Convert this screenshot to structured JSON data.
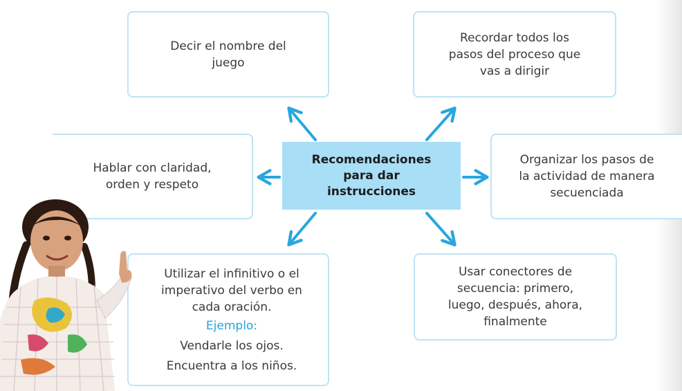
{
  "diagram": {
    "center": {
      "lines": [
        "Recomendaciones",
        "para dar",
        "instrucciones"
      ]
    },
    "nodes": {
      "top_left": {
        "lines": [
          "Decir el nombre del",
          "juego"
        ]
      },
      "top_right": {
        "lines": [
          "Recordar todos los",
          "pasos del proceso que",
          "vas a dirigir"
        ]
      },
      "mid_left": {
        "lines": [
          "Hablar con claridad,",
          "orden y respeto"
        ]
      },
      "mid_right": {
        "lines": [
          "Organizar los pasos de",
          "la actividad de manera",
          "secuenciada"
        ]
      },
      "bottom_left": {
        "lines": [
          "Utilizar el infinitivo o el",
          "imperativo del verbo en",
          "cada oración."
        ],
        "example_label": "Ejemplo:",
        "examples": [
          "Vendarle los ojos.",
          "Encuentra a los niños."
        ]
      },
      "bottom_right": {
        "lines": [
          "Usar conectores de",
          "secuencia: primero,",
          "luego, después, ahora,",
          "finalmente"
        ]
      }
    },
    "colors": {
      "center_fill": "#a9def7",
      "box_border": "#bfe3f4",
      "arrow": "#29a6de",
      "example_label": "#27a4dd"
    },
    "illustration": "girl-pointing-up-illustration"
  }
}
